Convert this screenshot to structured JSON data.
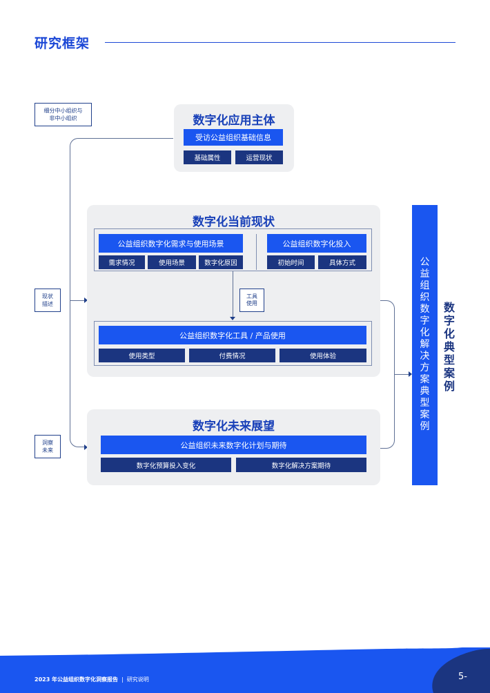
{
  "header": {
    "title": "研究框架"
  },
  "side_tags": {
    "segment": "细分中小组织与\n非中小组织",
    "status": "现状\n描述",
    "insight": "洞察\n未来"
  },
  "panel_entity": {
    "title": "数字化应用主体",
    "bar": "受访公益组织基础信息",
    "items": [
      "基础属性",
      "运营现状"
    ]
  },
  "panel_current": {
    "title": "数字化当前现状",
    "needs_bar": "公益组织数字化需求与使用场景",
    "needs_items": [
      "需求情况",
      "使用场景",
      "数字化原因"
    ],
    "invest_bar": "公益组织数字化投入",
    "invest_items": [
      "初始时间",
      "具体方式"
    ],
    "tool_tag": "工具\n使用",
    "tools_bar": "公益组织数字化工具 / 产品使用",
    "tools_items": [
      "使用类型",
      "付费情况",
      "使用体验"
    ]
  },
  "panel_future": {
    "title": "数字化未来展望",
    "bar": "公益组织未来数字化计划与期待",
    "items": [
      "数字化预算投入变化",
      "数字化解决方案期待"
    ]
  },
  "right_column": {
    "bar_text": "公益组织数字化解决方案典型案例",
    "side_text": "数字化典型案例"
  },
  "footer": {
    "report": "2023 年公益组织数字化洞察报告",
    "section": "研究说明",
    "page": "5-"
  },
  "colors": {
    "brand_blue": "#1a56f0",
    "navy": "#1b3580",
    "panel_gray": "#eeeff1",
    "title_blue": "#1840b8"
  }
}
